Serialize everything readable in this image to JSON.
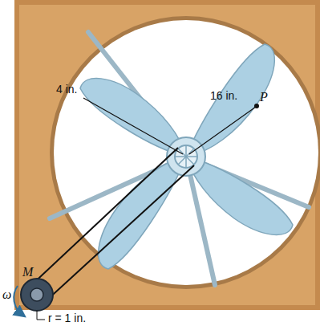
{
  "diagram": {
    "labels": [
      "4 in.",
      "16 in.",
      "P",
      "M",
      "ω",
      "r = 1 in."
    ]
  }
}
